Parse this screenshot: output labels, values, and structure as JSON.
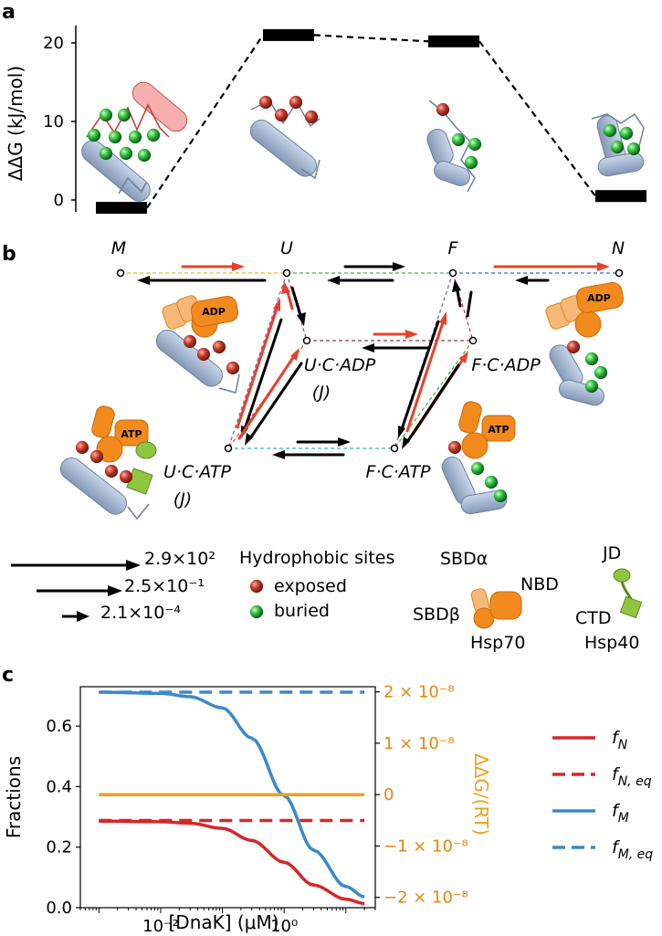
{
  "panels": {
    "a": "a",
    "b": "b",
    "c": "c"
  },
  "energy": {
    "ylabel": "ΔΔG (kJ/mol)",
    "yticks": [
      "0",
      "10",
      "20"
    ],
    "levels": [
      {
        "state": "M",
        "value": -1.0
      },
      {
        "state": "U",
        "value": 21.0
      },
      {
        "state": "F",
        "value": 20.2
      },
      {
        "state": "N",
        "value": 0.5
      }
    ]
  },
  "network": {
    "states": {
      "M": "M",
      "U": "U",
      "F": "F",
      "N": "N",
      "UCADP": "U·C·ADP",
      "UCADP_J": "(J)",
      "FCADP": "F·C·ADP",
      "UCATP": "U·C·ATP",
      "UCATP_J": "(J)",
      "FCATP": "F·C·ATP"
    },
    "chaperone_tags": {
      "adp": "ADP",
      "atp": "ATP"
    }
  },
  "legend": {
    "rates": [
      "2.9×10²",
      "2.5×10⁻¹",
      "2.1×10⁻⁴"
    ],
    "hydrophobic": {
      "title": "Hydrophobic sites",
      "exposed": "exposed",
      "buried": "buried"
    },
    "hsp70": {
      "sbd_alpha": "SBDα",
      "nbd": "NBD",
      "sbd_beta": "SBDβ",
      "name": "Hsp70"
    },
    "hsp40": {
      "jd": "JD",
      "ctd": "CTD",
      "name": "Hsp40"
    },
    "colors": {
      "exposed": "#c0392b",
      "buried": "#2ecc40",
      "helix": "#a9bcd6",
      "chaperone": "#f28a1e",
      "hsp40": "#8ec63f"
    }
  },
  "chart_data": {
    "type": "line",
    "xlabel": "[DnaK] (μM)",
    "ylabel": "Fractions",
    "y2label": "ΔΔG/(RT)",
    "xscale": "log",
    "xlim": [
      0.0005,
      30
    ],
    "ylim": [
      0.0,
      0.73
    ],
    "y2lim": [
      -2.2e-08,
      2.1e-08
    ],
    "xticks": [
      "10⁻²",
      "10⁰"
    ],
    "yticks": [
      "0.0",
      "0.2",
      "0.4",
      "0.6"
    ],
    "y2ticks": [
      "2 × 10⁻⁸",
      "1 × 10⁻⁸",
      "0",
      "−1 × 10⁻⁸",
      "−2 × 10⁻⁸"
    ],
    "series": [
      {
        "name": "f_N",
        "label_base": "f",
        "label_sub": "N",
        "color": "#d62728",
        "dash": "solid",
        "x": [
          0.001,
          0.01,
          0.03,
          0.1,
          0.3,
          1,
          3,
          10,
          20
        ],
        "y": [
          0.286,
          0.284,
          0.279,
          0.262,
          0.222,
          0.15,
          0.075,
          0.028,
          0.014
        ]
      },
      {
        "name": "f_N,eq",
        "label_base": "f",
        "label_sub": "N, eq",
        "color": "#d62728",
        "dash": "dashed",
        "x": [
          0.001,
          20
        ],
        "y": [
          0.288,
          0.288
        ]
      },
      {
        "name": "f_M",
        "label_base": "f",
        "label_sub": "M",
        "color": "#3a89c9",
        "dash": "solid",
        "x": [
          0.001,
          0.01,
          0.03,
          0.1,
          0.3,
          1,
          3,
          10,
          20
        ],
        "y": [
          0.712,
          0.708,
          0.697,
          0.66,
          0.56,
          0.37,
          0.19,
          0.07,
          0.036
        ]
      },
      {
        "name": "f_M,eq",
        "label_base": "f",
        "label_sub": "M, eq",
        "color": "#3a89c9",
        "dash": "dashed",
        "x": [
          0.001,
          20
        ],
        "y": [
          0.712,
          0.712
        ]
      },
      {
        "name": "ΔΔG/(RT)",
        "color": "#f0a020",
        "dash": "solid",
        "axis": "right",
        "x": [
          0.001,
          20
        ],
        "y": [
          0.0,
          0.0
        ]
      }
    ]
  }
}
